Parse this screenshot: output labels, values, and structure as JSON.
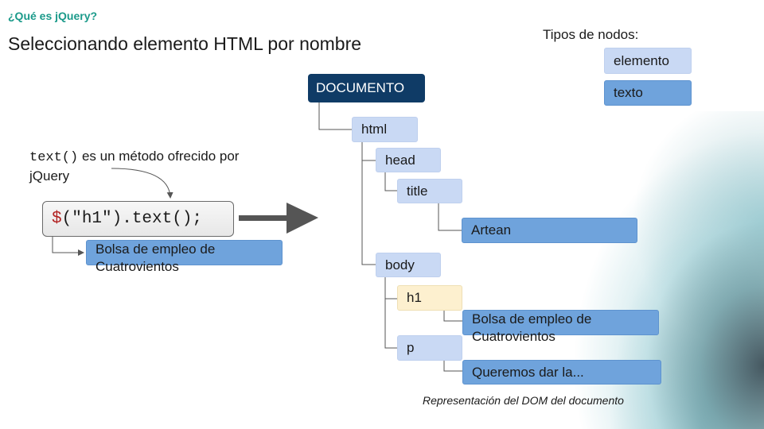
{
  "header": {
    "tag": "¿Qué es jQuery?",
    "title": "Seleccionando elemento HTML por nombre"
  },
  "legend": {
    "title": "Tipos de nodos:",
    "element": "elemento",
    "text": "texto"
  },
  "note": {
    "code_word": "text()",
    "line1_rest": " es un método ofrecido por",
    "line2": "jQuery"
  },
  "code": {
    "dollar": "$",
    "rest": "(\"h1\").text();"
  },
  "result_text": "Bolsa de empleo de Cuatrovientos",
  "tree": {
    "document": "DOCUMENTO",
    "html": "html",
    "head": "head",
    "title": "title",
    "title_text": "Artean",
    "body": "body",
    "h1": "h1",
    "h1_text": "Bolsa de empleo de Cuatrovientos",
    "p": "p",
    "p_text": "Queremos dar la..."
  },
  "caption": "Representación del DOM del documento",
  "colors": {
    "tag": "#1b9a8a",
    "document_node": "#0f3b66",
    "element_node": "#c9d9f4",
    "text_node": "#6fa3dc",
    "highlighted_node": "#fdf0cf",
    "code_dollar": "#b22222"
  }
}
